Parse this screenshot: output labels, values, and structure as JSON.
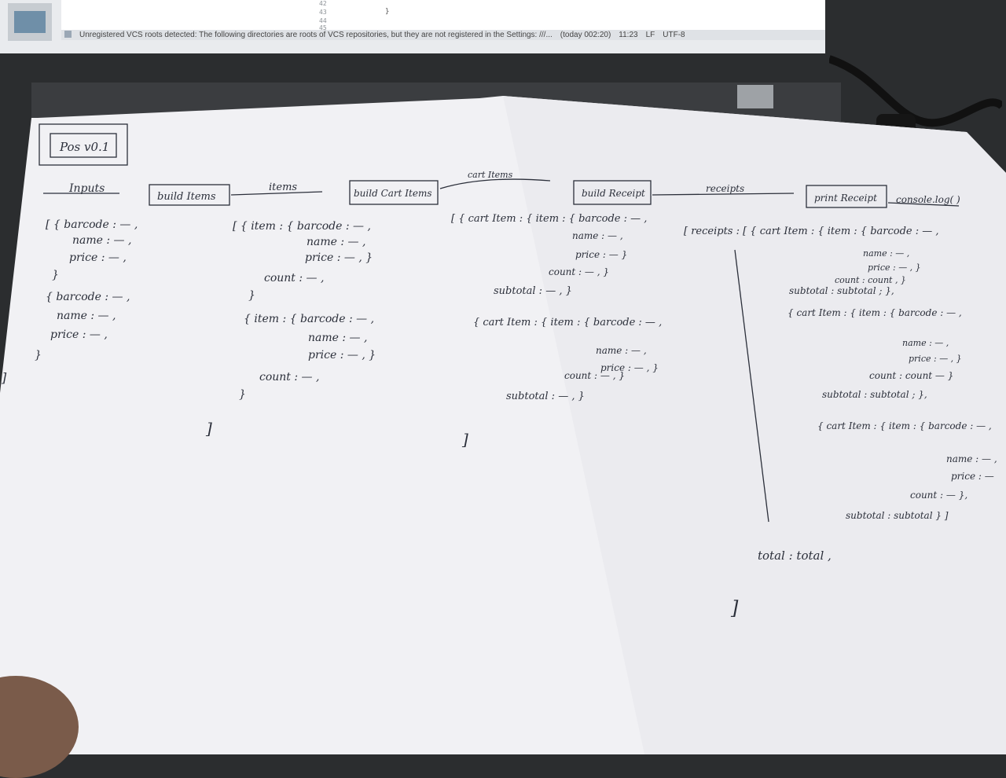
{
  "monitor": {
    "line_numbers": [
      "42",
      "43",
      "44",
      "45"
    ],
    "code_line_43": "}",
    "status_bar": {
      "message": "Unregistered VCS roots detected: The following directories are roots of VCS repositories, but they are not registered in the Settings: ///...",
      "time_note": "(today 002:20)",
      "cursor_position": "11:23",
      "line_separator": "LF",
      "encoding": "UTF-8"
    }
  },
  "sketch": {
    "title_box": "Pos v0.1",
    "flow": {
      "inputs": "Inputs",
      "build_items": "build Items",
      "items_arrow": "items",
      "build_cart_items": "build Cart Items",
      "cart_items_arrow": "cart Items",
      "build_receipt": "build Receipt",
      "receipts_arrow": "receipts",
      "print_receipt": "print Receipt",
      "console_log": "console.log( )"
    },
    "inputs_block": [
      "[ { barcode : — ,",
      "name : — ,",
      "price : — ,",
      "}",
      "{ barcode : — ,",
      "name : — ,",
      "price : — ,",
      "}",
      "]"
    ],
    "items_block": [
      "[ { item : { barcode : — ,",
      "name : — ,",
      "price : — , }",
      "count : — ,",
      "}",
      "{ item : { barcode : — ,",
      "name : — ,",
      "price : — , }",
      "count : — ,",
      "}",
      "]"
    ],
    "cart_items_block": [
      "[ { cart Item : { item : { barcode : — ,",
      "name : — ,",
      "price : — }",
      "count : — , }",
      "subtotal : — , }",
      "{ cart Item : { item : { barcode : — ,",
      "name : — ,",
      "price : — , }",
      "count : — , }",
      "subtotal : — , }",
      "]"
    ],
    "receipts_block": [
      "[ receipts : [ { cart Item : { item : { barcode : — ,",
      "name : — ,",
      "price : — , }",
      "count : count , }",
      "subtotal : subtotal ; },",
      "{ cart Item : { item : { barcode : — ,",
      "name : — ,",
      "price : — , }",
      "count : count — }",
      "subtotal : subtotal ; },",
      "{ cart Item : { item : { barcode : — ,",
      "name : — ,",
      "price : —",
      "count : — },",
      "subtotal : subtotal } ]",
      "total : total ,",
      "]"
    ]
  }
}
